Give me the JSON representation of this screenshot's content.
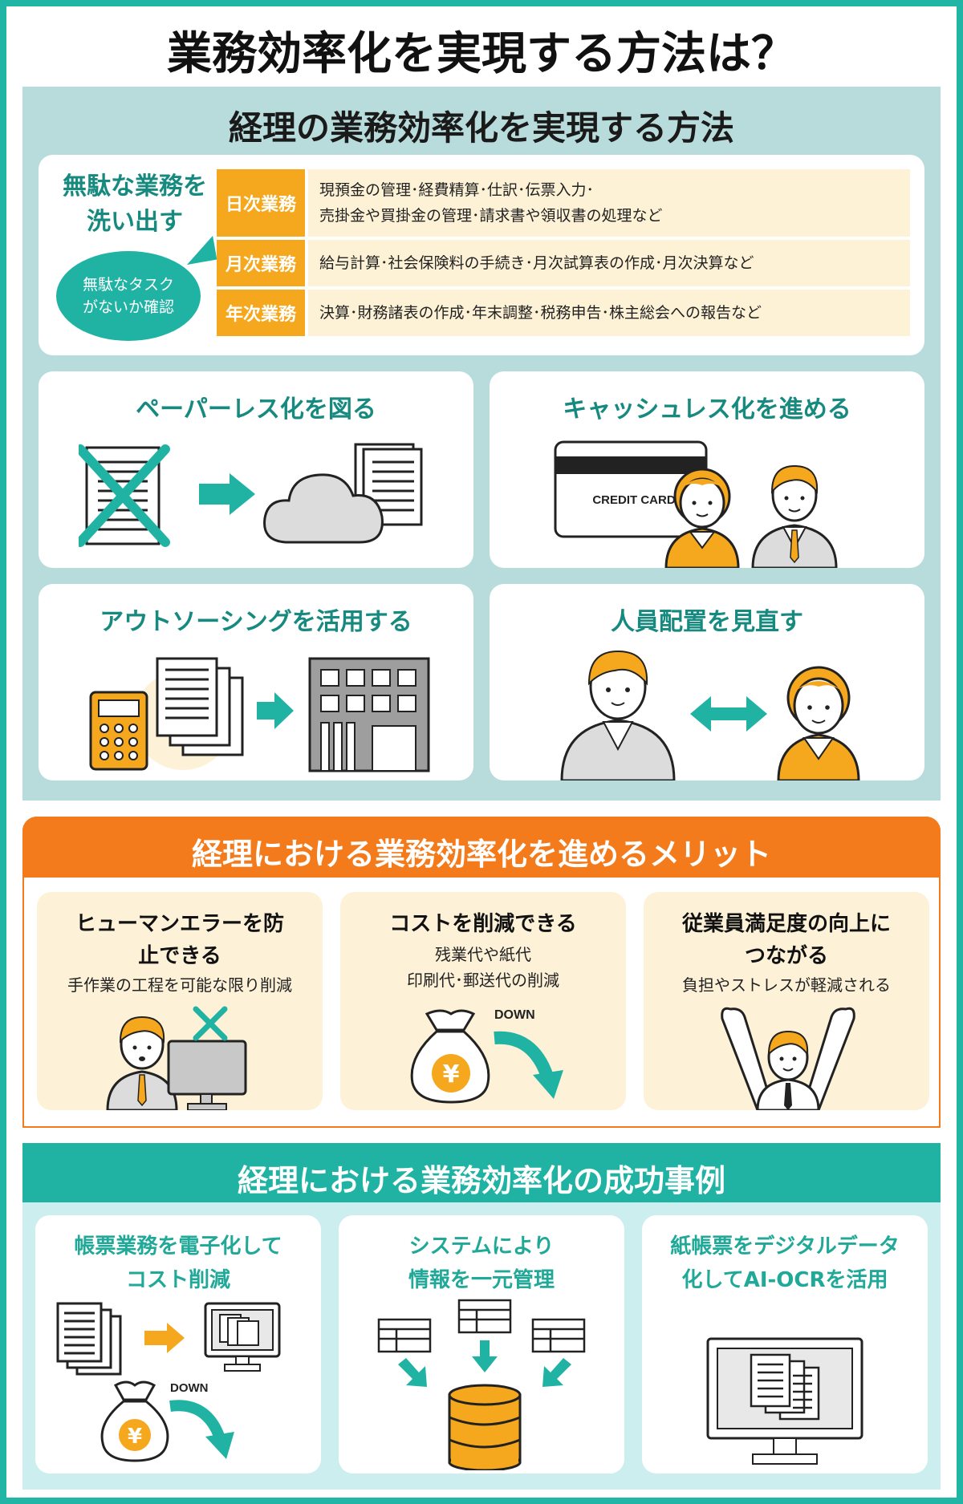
{
  "title": "業務効率化を実現する方法は？",
  "section_methods": {
    "title": "経理の業務効率化を実現する方法",
    "waste": {
      "heading": "無駄な業務を洗い出す",
      "bubble": "無駄なタスクがないか確認",
      "rows": [
        {
          "label": "日次業務",
          "lines": [
            "現預金の管理･経費精算･仕訳･伝票入力･",
            "売掛金や買掛金の管理･請求書や領収書の処理など"
          ]
        },
        {
          "label": "月次業務",
          "lines": [
            "給与計算･社会保険料の手続き･月次試算表の作成･月次決算など"
          ]
        },
        {
          "label": "年次業務",
          "lines": [
            "決算･財務諸表の作成･年末調整･税務申告･株主総会への報告など"
          ]
        }
      ]
    },
    "paperless": "ペーパーレス化を図る",
    "cashless": "キャッシュレス化を進める",
    "credit_card": "CREDIT CARD",
    "outsourcing": "アウトソーシングを活用する",
    "staffing": "人員配置を見直す"
  },
  "section_merits": {
    "title": "経理における業務効率化を進めるメリット",
    "cards": [
      {
        "title": "ヒューマンエラーを防止できる",
        "sub": [
          "手作業の工程を可能な限り削減"
        ]
      },
      {
        "title": "コストを削減できる",
        "sub": [
          "残業代や紙代",
          "印刷代･郵送代の削減"
        ]
      },
      {
        "title": "従業員満足度の向上につながる",
        "sub": [
          "負担やストレスが軽減される"
        ]
      }
    ],
    "down_label": "DOWN"
  },
  "section_cases": {
    "title": "経理における業務効率化の成功事例",
    "cards": [
      {
        "title": "帳票業務を電子化してコスト削減"
      },
      {
        "title": "システムにより情報を一元管理"
      },
      {
        "title": "紙帳票をデジタルデータ化してAI-OCRを活用"
      }
    ],
    "down_label": "DOWN"
  },
  "colors": {
    "teal": "#20b3a4",
    "orange": "#f37b1b",
    "yellow": "#f5a81d",
    "light_teal": "#b8dcdb"
  }
}
